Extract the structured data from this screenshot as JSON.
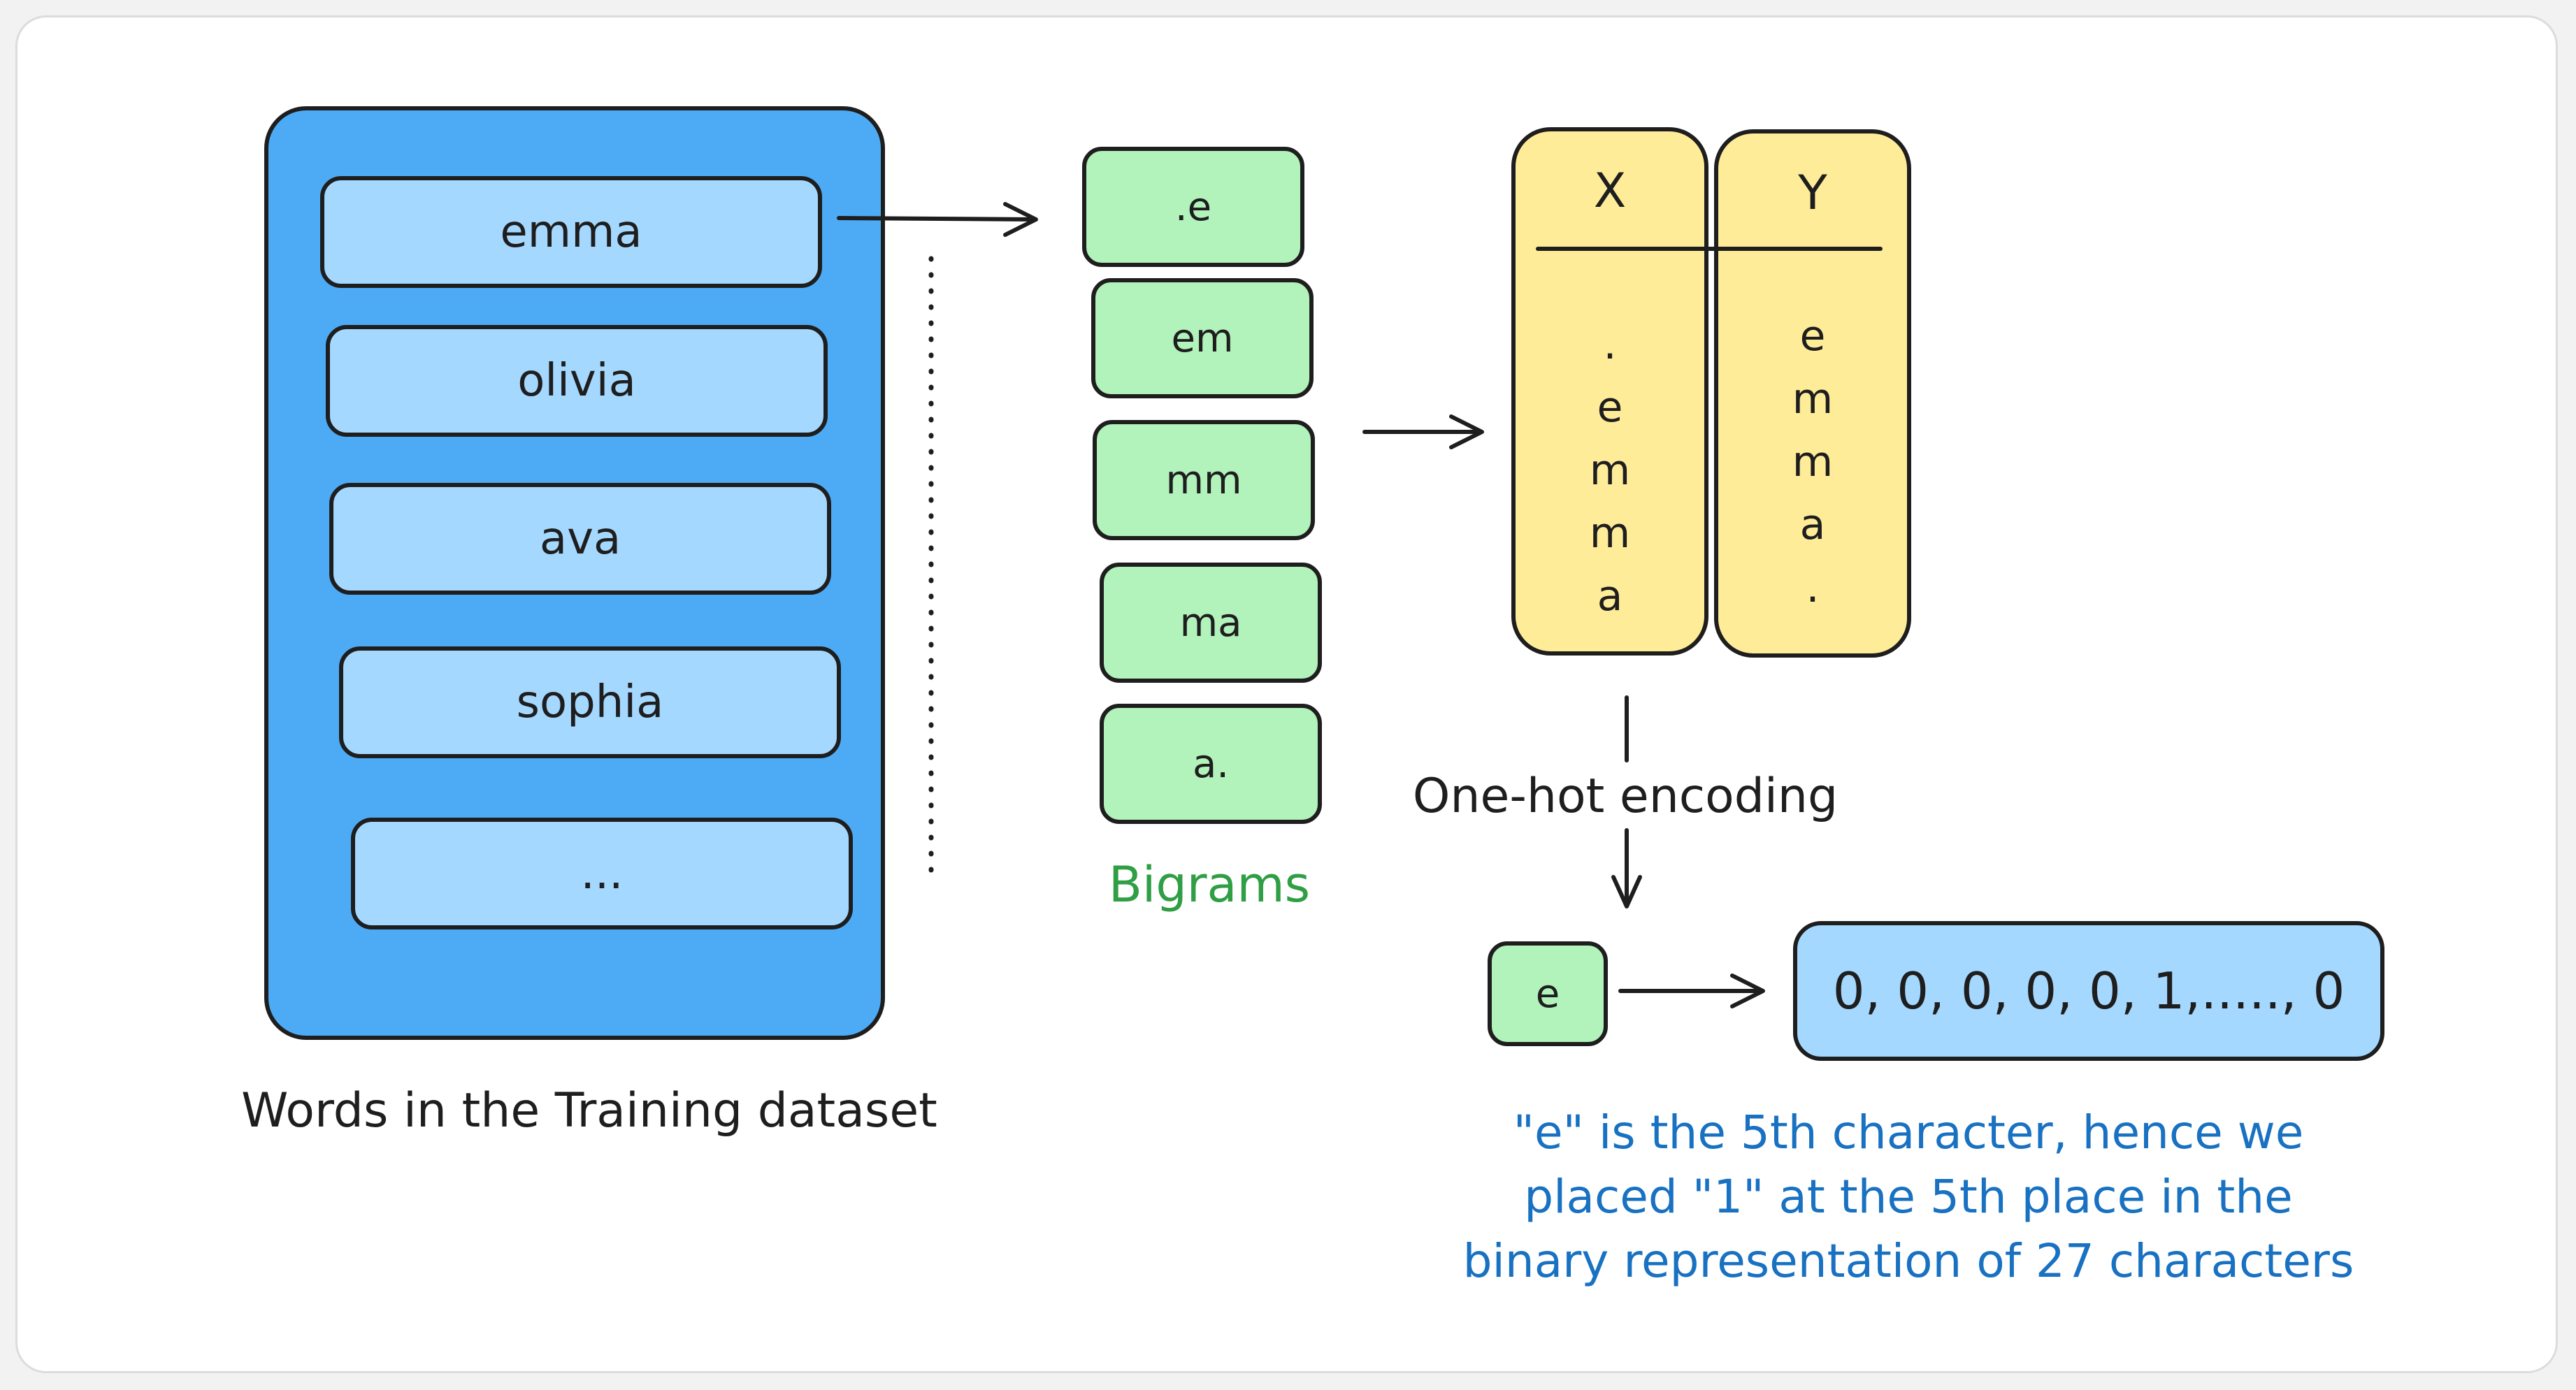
{
  "dataset": {
    "words": [
      "emma",
      "olivia",
      "ava",
      "sophia",
      "..."
    ],
    "caption": "Words in the Training dataset"
  },
  "bigrams": {
    "items": [
      ".e",
      "em",
      "mm",
      "ma",
      "a."
    ],
    "caption": "Bigrams"
  },
  "xy_table": {
    "x_header": "X",
    "y_header": "Y",
    "x_values": [
      ".",
      "e",
      "m",
      "m",
      "a"
    ],
    "y_values": [
      "e",
      "m",
      "m",
      "a",
      "."
    ]
  },
  "encoding": {
    "label": "One-hot encoding",
    "input_char": "e",
    "vector": "0, 0, 0, 0, 0, 1,....., 0",
    "note_lines": [
      "\"e\" is the 5th character, hence we",
      "placed \"1\" at the 5th place in the",
      "binary representation of 27 characters"
    ]
  },
  "colors": {
    "dataset_panel": "#4dabf5",
    "word_box": "#a5d8ff",
    "bigram_box": "#b2f2bb",
    "xy_box": "#ffec99",
    "bigram_caption": "#2f9e44",
    "note_text": "#1971c2"
  }
}
